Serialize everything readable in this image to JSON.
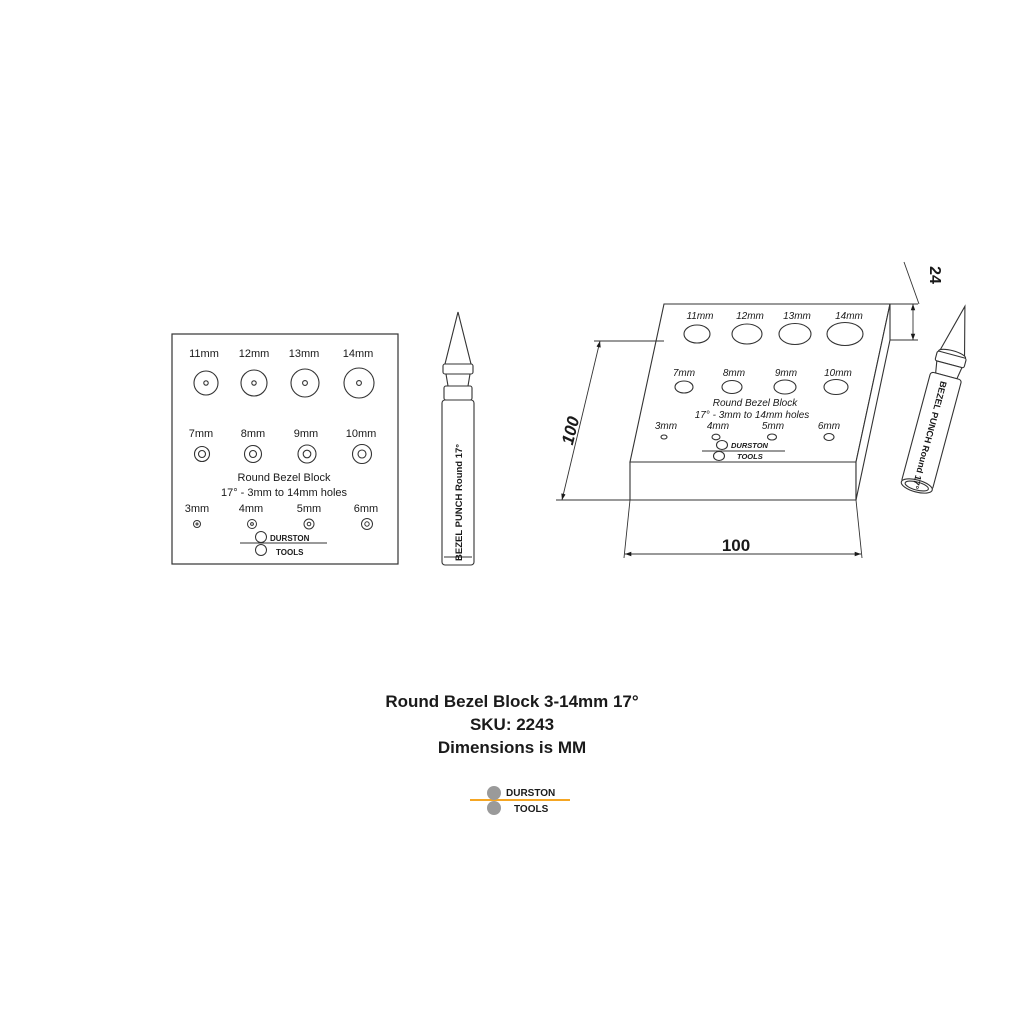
{
  "front_block": {
    "large_holes": [
      "11mm",
      "12mm",
      "13mm",
      "14mm"
    ],
    "medium_holes": [
      "7mm",
      "8mm",
      "9mm",
      "10mm"
    ],
    "small_holes": [
      "3mm",
      "4mm",
      "5mm",
      "6mm"
    ],
    "title": "Round Bezel Block",
    "subtitle": "17° - 3mm to 14mm holes",
    "logo": {
      "line1": "DURSTON",
      "line2": "TOOLS"
    }
  },
  "punch": {
    "engraving": "BEZEL PUNCH Round 17°"
  },
  "iso_block": {
    "large_holes": [
      "11mm",
      "12mm",
      "13mm",
      "14mm"
    ],
    "medium_holes": [
      "7mm",
      "8mm",
      "9mm",
      "10mm"
    ],
    "small_holes": [
      "3mm",
      "4mm",
      "5mm",
      "6mm"
    ],
    "title": "Round Bezel Block",
    "subtitle": "17° - 3mm to 14mm holes",
    "logo": {
      "line1": "DURSTON",
      "line2": "TOOLS"
    }
  },
  "iso_punch": {
    "engraving": "BEZEL PUNCH Round 17°"
  },
  "dimensions": {
    "depth": "100",
    "width": "100",
    "height": "24"
  },
  "caption": {
    "line1": "Round Bezel Block 3-14mm 17°",
    "line2": "SKU: 2243",
    "line3": "Dimensions is MM"
  },
  "brand_logo": {
    "line1": "DURSTON",
    "line2": "TOOLS",
    "accent_color": "#f5a623",
    "circle_color": "#9a9a9a"
  }
}
